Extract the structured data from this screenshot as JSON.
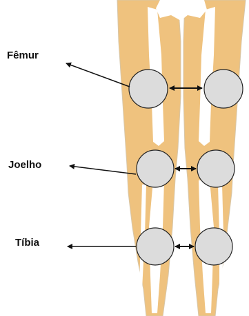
{
  "labels": {
    "femur": "Fêmur",
    "knee": "Joelho",
    "tibia": "Tíbia"
  },
  "colors": {
    "skin": "#efc27e",
    "bone": "#ffffff",
    "leg_outline": "#d7c6a8",
    "marker_fill": "#dcdcdc",
    "marker_stroke": "#222222",
    "arrow": "#111111"
  },
  "icons": {
    "marker": "circle",
    "pointer": "arrow"
  }
}
